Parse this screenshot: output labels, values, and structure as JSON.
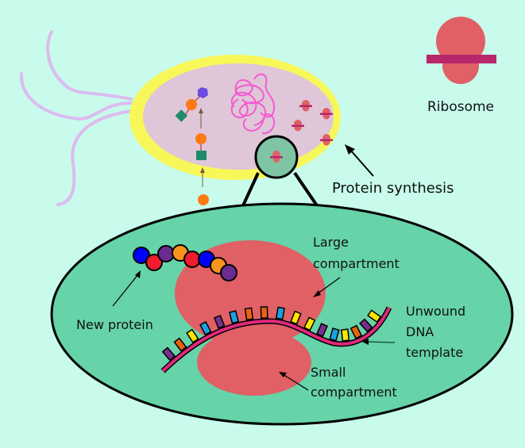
{
  "colors": {
    "background": "#c8fbec",
    "cell_wall": "#f7f759",
    "cytoplasm": "#dfc6d8",
    "flagella": "#dcbbef",
    "dna_coil": "#f55ad1",
    "ribosome_body": "#e06066",
    "mrna_bar": "#b8266b",
    "zoom_ellipse": "#66d3a8",
    "magnifier": "#7fc4a4",
    "dna_strand": "#e0297c",
    "amino_orange": "#ff7a12",
    "amino_purple": "#6c4ce3",
    "amino_teal": "#1e8a6a"
  },
  "labels": {
    "ribosome": "Ribosome",
    "protein_synthesis": "Protein synthesis",
    "large_compartment_1": "Large",
    "large_compartment_2": "compartment",
    "new_protein": "New protein",
    "unwound_1": "Unwound",
    "unwound_2": "DNA",
    "unwound_3": "template",
    "small_compartment_1": "Small",
    "small_compartment_2": "compartment"
  },
  "protein_chain": [
    "blue",
    "red",
    "purple",
    "orange",
    "red",
    "blue",
    "orange",
    "purple"
  ],
  "dna_bases": [
    "purple",
    "orange",
    "yellow",
    "blue",
    "purple",
    "blue",
    "orange",
    "orange",
    "blue",
    "yellow",
    "yellow",
    "purple",
    "blue",
    "yellow",
    "orange",
    "purple",
    "yellow"
  ],
  "palette": {
    "blue": "#0000ff",
    "red": "#ee1c2e",
    "purple": "#6a2c91",
    "orange": "#f7941d",
    "yellow": "#ffe600",
    "base_blue": "#1ba0e2",
    "base_orange": "#e8620f",
    "base_purple": "#7a2e90"
  }
}
